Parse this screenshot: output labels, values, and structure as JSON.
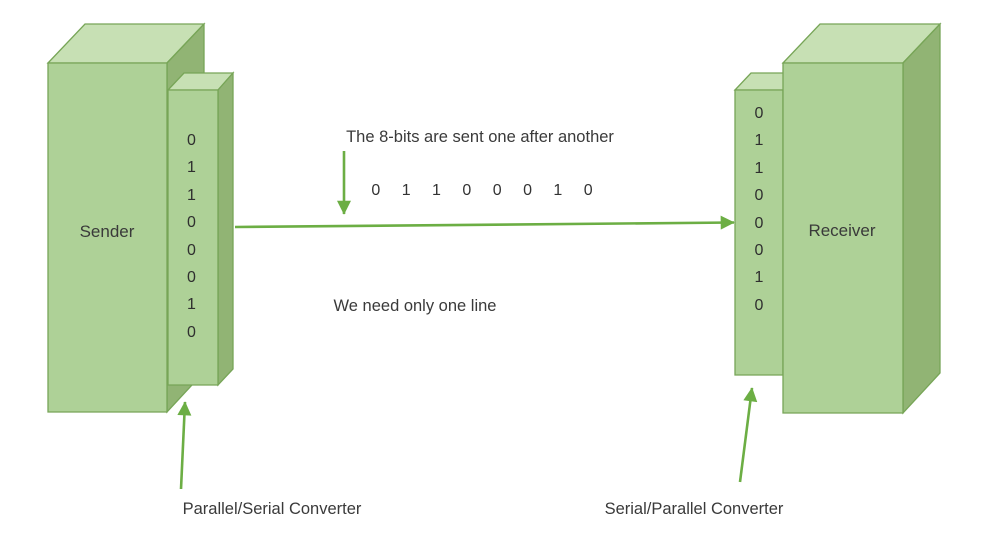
{
  "diagram": {
    "sender_label": "Sender",
    "receiver_label": "Receiver",
    "sender_bits": [
      "0",
      "1",
      "1",
      "0",
      "0",
      "0",
      "1",
      "0"
    ],
    "receiver_bits": [
      "0",
      "1",
      "1",
      "0",
      "0",
      "0",
      "1",
      "0"
    ],
    "serial_bits": "0 1 1 0 0 0 1 0",
    "caption_top": "The 8-bits are sent one after another",
    "caption_bottom": "We need only one line",
    "left_converter_label": "Parallel/Serial Converter",
    "right_converter_label": "Serial/Parallel Converter"
  },
  "colors": {
    "face_top": "#c7e0b4",
    "face_front": "#aed197",
    "face_side": "#91b474",
    "edge": "#77a557",
    "arrow": "#6cae44",
    "text": "#3a3a3a"
  }
}
